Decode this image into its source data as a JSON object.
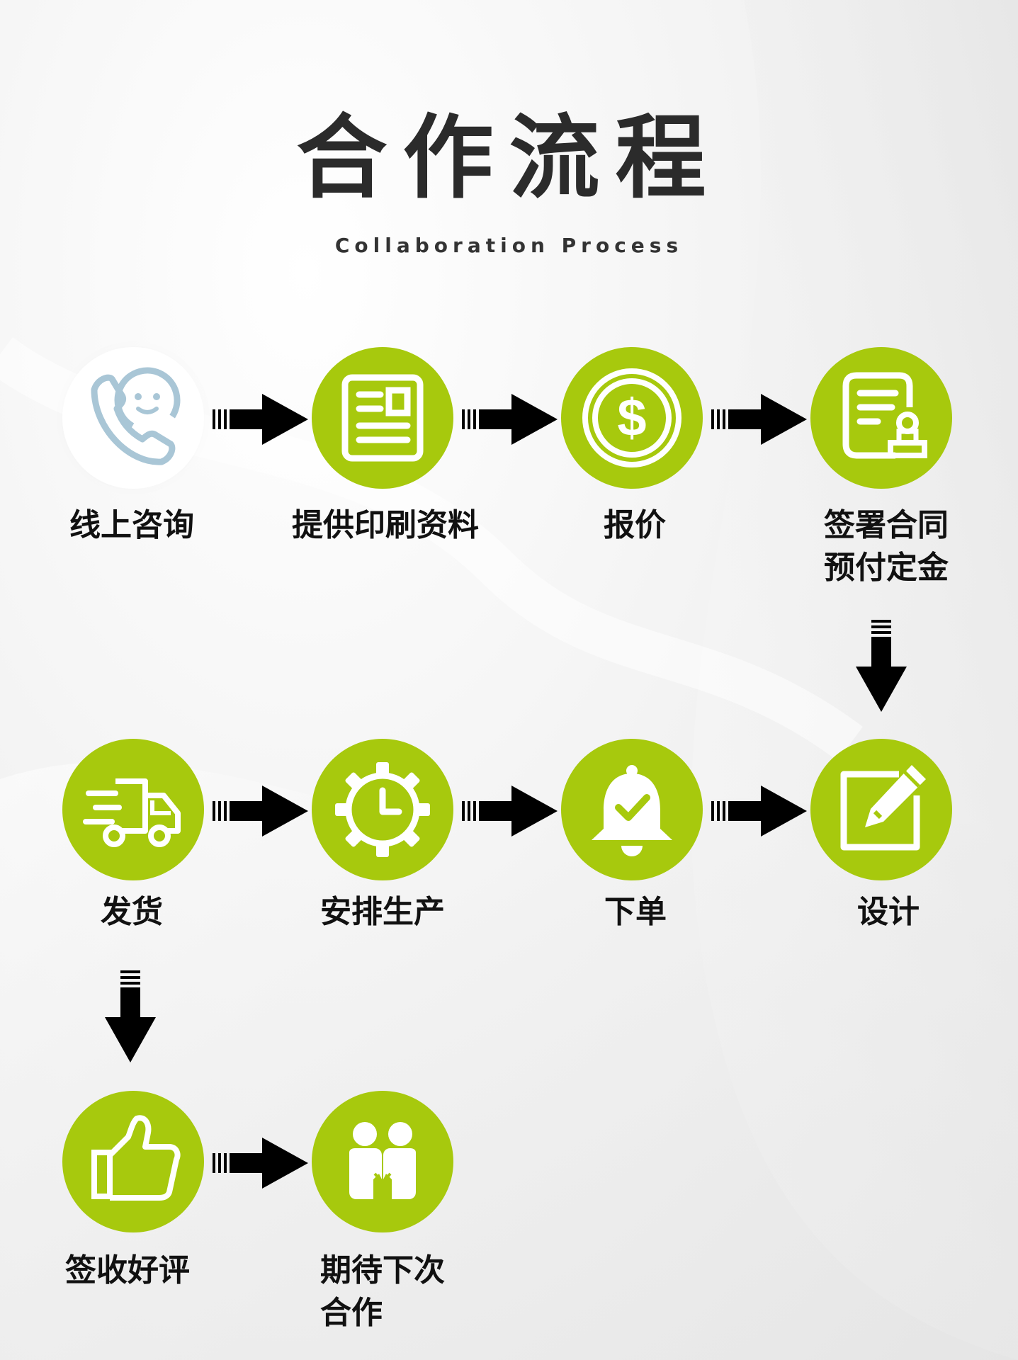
{
  "title": "合作流程",
  "subtitle": "Collaboration Process",
  "colors": {
    "accent": "#a7c90d",
    "text": "#111111",
    "arrow": "#000000"
  },
  "steps": [
    {
      "label": "线上咨询",
      "icon": "phone-smile-icon"
    },
    {
      "label": "提供印刷资料",
      "icon": "document-icon"
    },
    {
      "label": "报价",
      "icon": "dollar-coin-icon"
    },
    {
      "label_line1": "签署合同",
      "label_line2": "预付定金",
      "icon": "contract-stamp-icon"
    },
    {
      "label": "设计",
      "icon": "edit-pencil-icon"
    },
    {
      "label": "下单",
      "icon": "bell-check-icon"
    },
    {
      "label": "安排生产",
      "icon": "gear-clock-icon"
    },
    {
      "label": "发货",
      "icon": "delivery-truck-icon"
    },
    {
      "label": "签收好评",
      "icon": "thumbs-up-icon"
    },
    {
      "label_line1": "期待下次",
      "label_line2": "合作",
      "icon": "handshake-people-icon"
    }
  ]
}
